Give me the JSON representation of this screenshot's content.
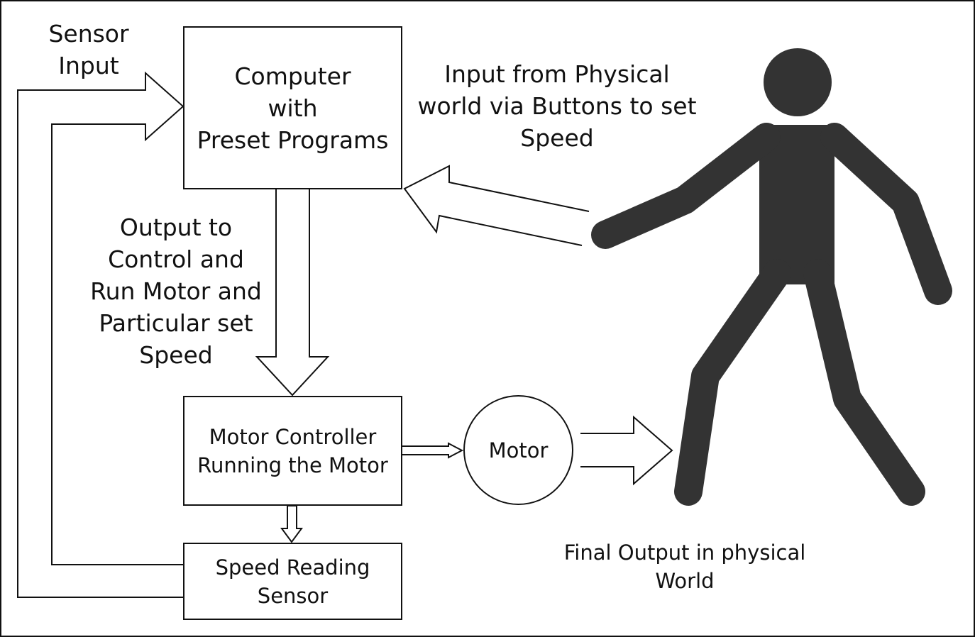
{
  "colors": {
    "ink": "#111111",
    "figure": "#333333",
    "background": "#ffffff"
  },
  "icons": {
    "person": "person-figure-icon"
  },
  "labels": {
    "sensor_input": [
      "Sensor",
      "Input"
    ],
    "input_physical": [
      "Input from Physical",
      "world via Buttons to set",
      "Speed"
    ],
    "output_to_control": [
      "Output to",
      "Control and",
      "Run Motor and",
      "Particular set",
      "Speed"
    ],
    "final_output": [
      "Final Output in physical",
      "World"
    ]
  },
  "boxes": {
    "computer": [
      "Computer",
      "with",
      "Preset Programs"
    ],
    "motor_controller": [
      "Motor Controller",
      "Running the Motor"
    ],
    "speed_sensor": [
      "Speed Reading",
      "Sensor"
    ]
  },
  "motor": {
    "label": "Motor"
  }
}
